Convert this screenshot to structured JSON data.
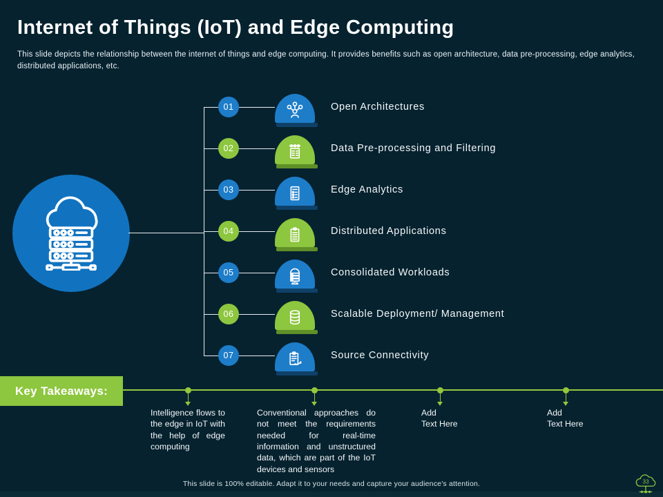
{
  "slide": {
    "title": "Internet of Things (IoT) and Edge Computing",
    "subtitle": "This slide depicts the relationship between the internet of things and edge computing. It provides benefits such as open architecture, data pre-processing, edge analytics, distributed applications, etc.",
    "footer": "This slide is 100% editable. Adapt it to your needs and capture your audience's attention.",
    "page_number": "33"
  },
  "colors": {
    "background": "#06222f",
    "blue": "#1d7dc9",
    "hub_blue": "#1173c0",
    "green": "#8dc63f",
    "timeline_green": "#93c83d",
    "line_white": "#e8eef2"
  },
  "hub": {
    "icon": "cloud-server-icon"
  },
  "items": [
    {
      "number": "01",
      "label": "Open Architectures",
      "color": "blue",
      "icon": "network-people-icon"
    },
    {
      "number": "02",
      "label": "Data Pre-processing and Filtering",
      "color": "green",
      "icon": "calculator-icon"
    },
    {
      "number": "03",
      "label": "Edge Analytics",
      "color": "blue",
      "icon": "report-icon"
    },
    {
      "number": "04",
      "label": "Distributed Applications",
      "color": "green",
      "icon": "clipboard-icon"
    },
    {
      "number": "05",
      "label": "Consolidated Workloads",
      "color": "blue",
      "icon": "server-monitor-icon"
    },
    {
      "number": "06",
      "label": "Scalable Deployment/ Management",
      "color": "green",
      "icon": "database-icon"
    },
    {
      "number": "07",
      "label": "Source Connectivity",
      "color": "blue",
      "icon": "clipboard-arrow-icon"
    }
  ],
  "key_takeaways": {
    "label": "Key Takeaways:",
    "points": [
      {
        "text": "Intelligence flows to the edge in IoT with the help of edge computing"
      },
      {
        "text": "Conventional approaches do not meet the requirements needed for real-time information and unstructured data, which are part of the IoT devices and sensors"
      },
      {
        "text": "Add\nText Here"
      },
      {
        "text": "Add\nText Here"
      }
    ]
  }
}
